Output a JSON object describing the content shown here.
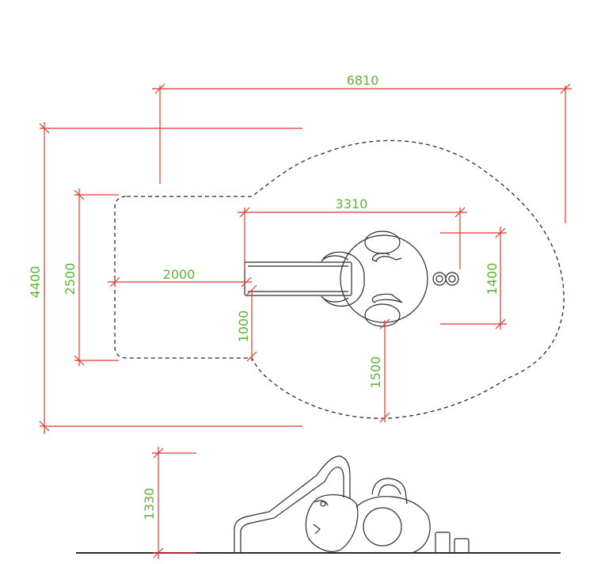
{
  "colors": {
    "dimension_line": "#e8352e",
    "dimension_text": "#5fb336",
    "outline": "#2b2b2b",
    "background": "#ffffff"
  },
  "dimensions": {
    "overall_width": "6810",
    "overall_depth": "4400",
    "safety_zone_depth": "2500",
    "slide_length": "2000",
    "structure_length": "3310",
    "side_offset": "1000",
    "front_offset": "1500",
    "body_width": "1400",
    "height": "1330"
  }
}
